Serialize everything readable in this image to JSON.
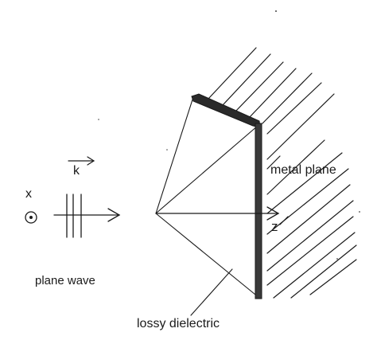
{
  "labels": {
    "x_axis": "x",
    "wave_vector": "k",
    "metal_plane": "metal plane",
    "z_axis": "z",
    "plane_wave": "plane wave",
    "lossy_dielectric": "lossy dielectric"
  },
  "colors": {
    "ink": "#1a1a1a",
    "background": "#ffffff"
  }
}
